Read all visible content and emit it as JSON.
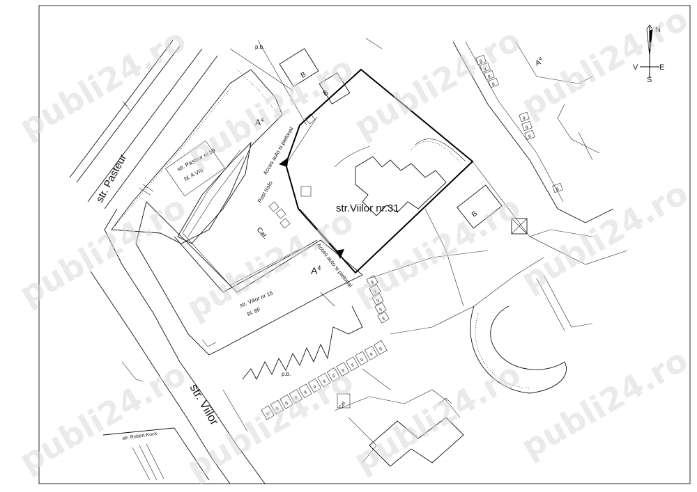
{
  "watermark": "publi24.ro",
  "compass": {
    "n": "N",
    "s": "S",
    "e": "E",
    "v": "V"
  },
  "streets": {
    "pasteur": "str. Pasteur",
    "viilor": "str. Viilor",
    "robert_kock": "str. Robert Kock"
  },
  "parcel": {
    "label": "str.Viilor nr.31"
  },
  "access": {
    "top": "Acces auto si pietonal",
    "bottom": "Acces auto si pietonal"
  },
  "labels": {
    "pb_top": "p.b.",
    "pb_mid": "p.b.",
    "bldg_pasteur_1": "str. Pasteur nr.59",
    "bldg_pasteur_2": "bl. A VIII",
    "bldg_viilor_1": "str. Viilor nr 15",
    "bldg_viilor_2": "bl. 8F",
    "a4_1": "A",
    "a4_2": "A",
    "a4_3": "A",
    "a4_sup": "4",
    "post_trafo": "Post trafo",
    "cat_1": "Cat.",
    "cat_2": "Cat",
    "b": "B",
    "g": "g"
  }
}
